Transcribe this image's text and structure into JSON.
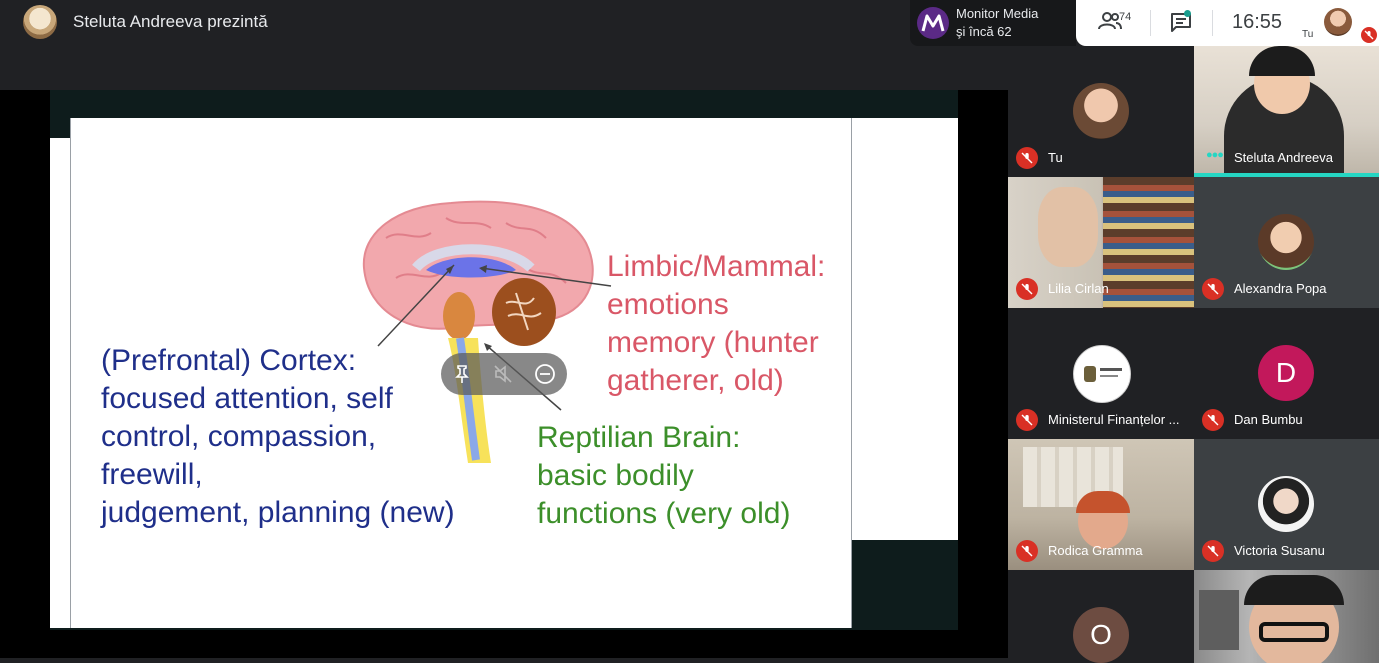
{
  "header": {
    "presenter_title": "Steluta Andreeva prezintă"
  },
  "monitor_chip": {
    "name": "Monitor Media",
    "more": "şi încă 62"
  },
  "status_bar": {
    "participants_count": "74",
    "time": "16:55",
    "self_label": "Tu"
  },
  "slide": {
    "cortex_text": "(Prefrontal) Cortex:\nfocused attention, self\ncontrol, compassion,\nfreewill,\njudgement, planning (new)",
    "limbic_text": "Limbic/Mammal:\nemotions\nmemory (hunter\ngatherer, old)",
    "reptile_text": "Reptilian Brain:\nbasic bodily\nfunctions (very old)",
    "colors": {
      "cortex": "#1f2f8a",
      "limbic": "#d95767",
      "reptile": "#3c8f2a"
    }
  },
  "stage_controls": [
    "pin-icon",
    "mute-video-icon",
    "remove-icon"
  ],
  "participants": [
    {
      "name": "Tu",
      "type": "photo"
    },
    {
      "name": "Steluta Andreeva",
      "type": "video",
      "speaking": true
    },
    {
      "name": "Lilia Cirlan",
      "type": "video"
    },
    {
      "name": "Alexandra Popa",
      "type": "photo"
    },
    {
      "name": "Ministerul Finanțelor ...",
      "type": "logo"
    },
    {
      "name": "Dan Bumbu",
      "type": "letter",
      "letter": "D",
      "color": "#c2185b"
    },
    {
      "name": "Rodica Gramma",
      "type": "video"
    },
    {
      "name": "Victoria Susanu",
      "type": "photo"
    },
    {
      "name": "",
      "type": "letter",
      "letter": "O",
      "color": "#6d4c41"
    },
    {
      "name": "",
      "type": "video"
    }
  ]
}
